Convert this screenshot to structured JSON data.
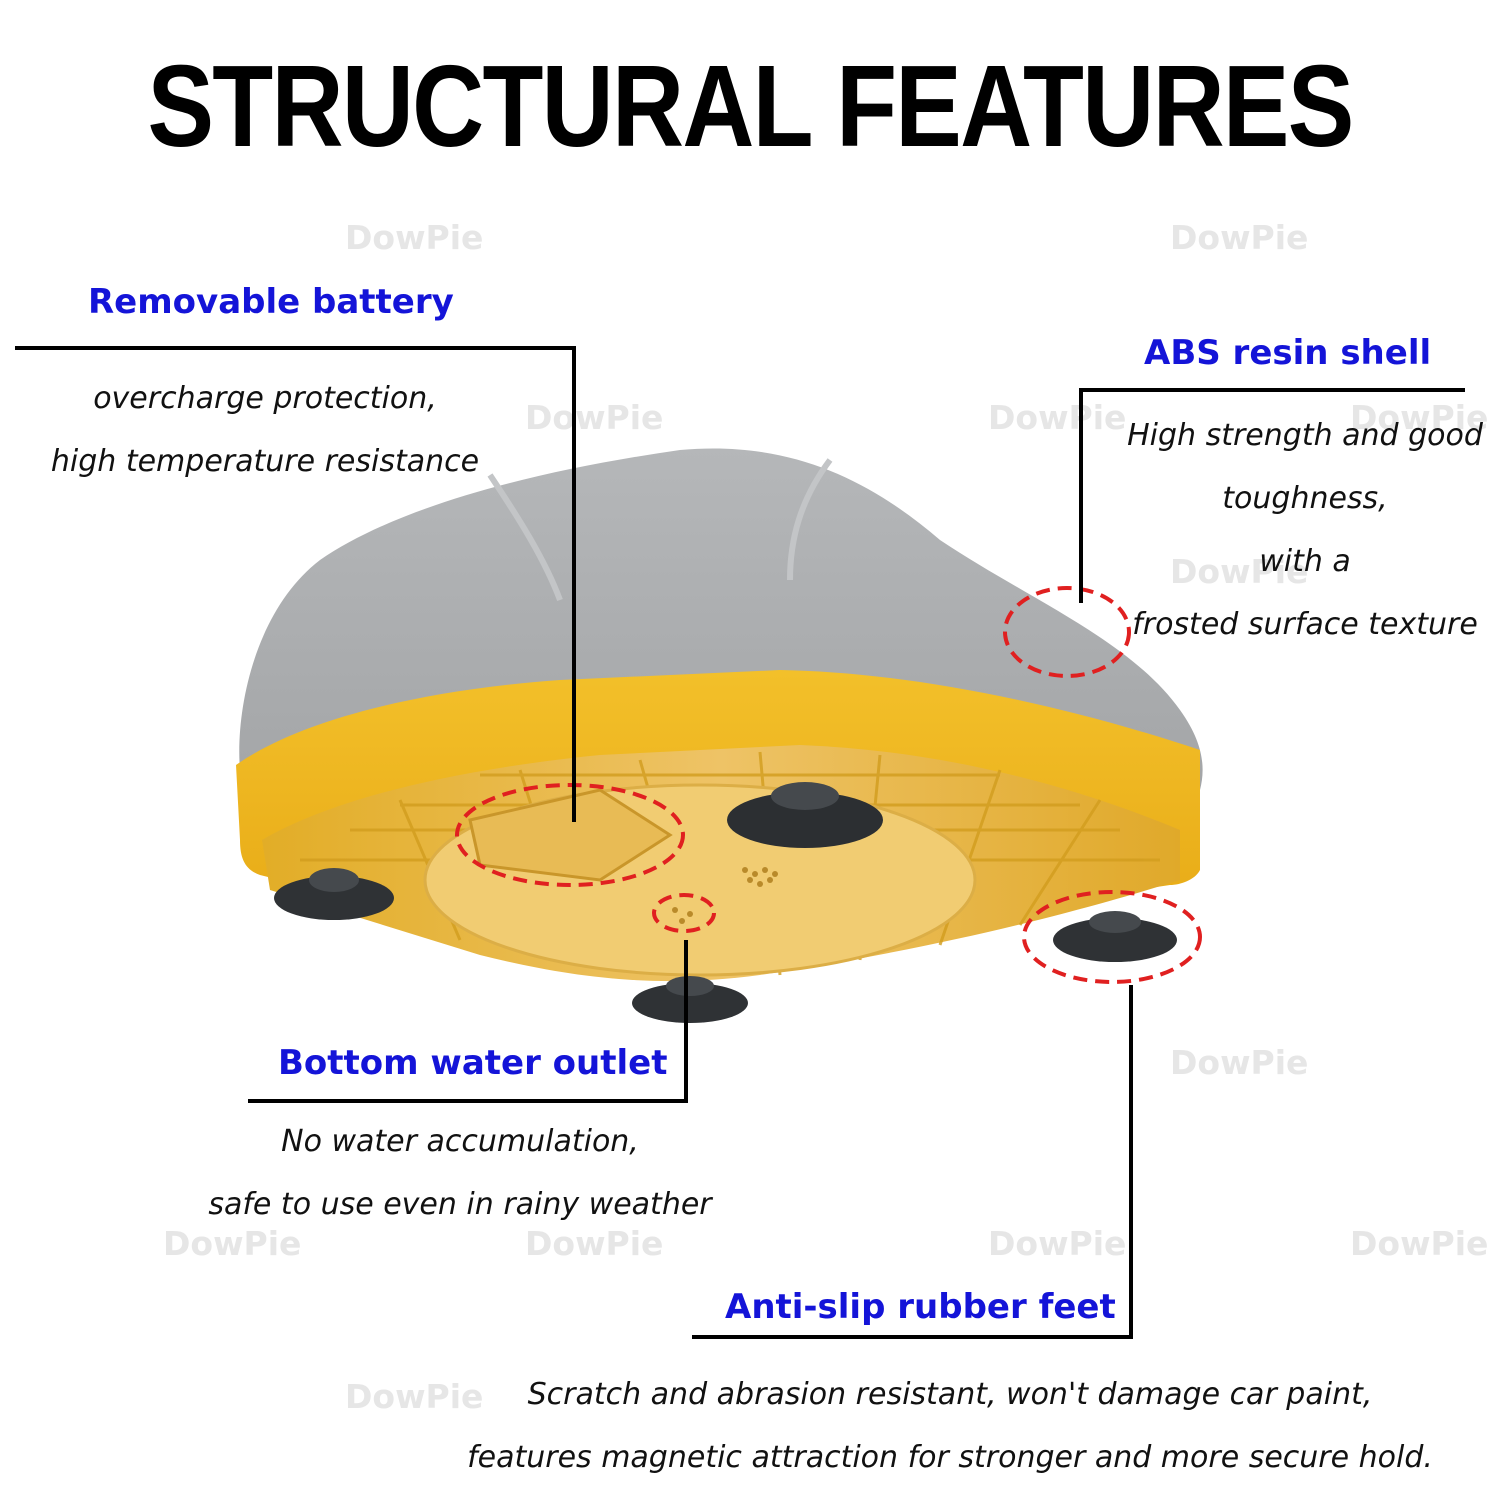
{
  "title": "STRUCTURAL FEATURES",
  "watermark": "DowPie",
  "colors": {
    "heading": "#1414d8",
    "callout_circle": "#e02020",
    "shell": "#a9abad",
    "base": "#f0b81e",
    "feet": "#333639"
  },
  "features": [
    {
      "heading": "Removable battery",
      "lines": [
        "overcharge protection,",
        "high temperature resistance"
      ]
    },
    {
      "heading": "ABS resin shell",
      "lines": [
        "High strength and good",
        "toughness,",
        "with a",
        "frosted surface texture"
      ]
    },
    {
      "heading": "Bottom water outlet",
      "lines": [
        "No water accumulation,",
        "safe to use even in rainy weather"
      ]
    },
    {
      "heading": "Anti-slip rubber feet",
      "lines": [
        "Scratch and abrasion resistant, won't damage car paint,",
        "features magnetic attraction for stronger and more secure hold."
      ]
    }
  ]
}
